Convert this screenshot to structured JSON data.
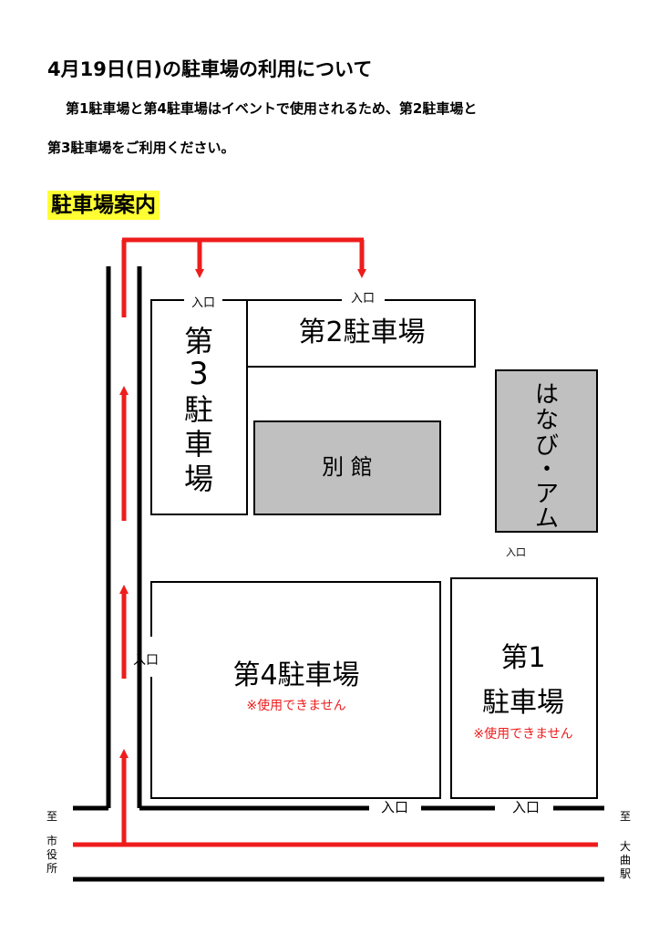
{
  "notice": {
    "title": "4月19日(日)の駐車場の利用について",
    "body_line1": "第1駐車場と第4駐車場はイベントで使用されるため、第2駐車場と",
    "body_line2": "第3駐車場をご利用ください。"
  },
  "map": {
    "heading": "駐車場案内",
    "entrance_label": "入口",
    "unavailable_note": "※使用できません",
    "lot3_chars": [
      "第",
      "3",
      "駐",
      "車",
      "場"
    ],
    "lot2_label": "第2駐車場",
    "annex_label": "別 館",
    "hanabi_chars": [
      "は",
      "な",
      "び",
      "・",
      "ア",
      "ム"
    ],
    "lot4_label": "第4駐車場",
    "lot1_line1": "第1",
    "lot1_line2": "駐車場",
    "left_direction_to": "至",
    "left_direction_place": [
      "市",
      "役",
      "所"
    ],
    "right_direction_to": "至",
    "right_direction_place": [
      "大",
      "曲",
      "駅"
    ]
  },
  "colors": {
    "route": "#ee1c1c",
    "building_fill": "#c0c0c0",
    "highlight": "#ffff33",
    "road": "#000000"
  }
}
